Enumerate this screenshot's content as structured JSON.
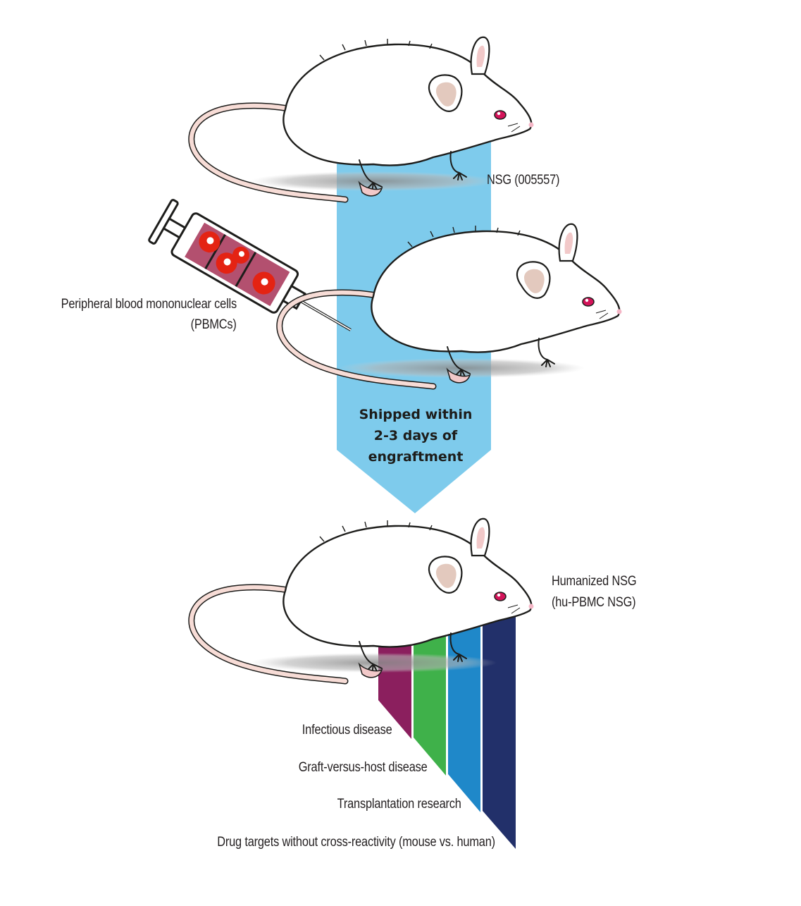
{
  "labels": {
    "nsg": "NSG (005557)",
    "pbmc_line1": "Peripheral blood mononuclear cells",
    "pbmc_line2": "(PBMCs)",
    "humanized_line1": "Humanized NSG",
    "humanized_line2": "(hu-PBMC NSG)"
  },
  "shipping": {
    "line1": "Shipped within",
    "line2": "2-3 days of",
    "line3": "engraftment"
  },
  "applications": [
    {
      "label": "Infectious disease",
      "color": "#8b1f5e"
    },
    {
      "label": "Graft-versus-host disease",
      "color": "#3fb14a"
    },
    {
      "label": "Transplantation research",
      "color": "#1f88c9"
    },
    {
      "label": "Drug targets without cross-reactivity (mouse vs. human)",
      "color": "#22306a"
    }
  ],
  "colors": {
    "arrow": "#7ecbec",
    "mouse_body": "#ffffff",
    "mouse_outline": "#1d1d1b",
    "ear_inner": "#e3c9be",
    "eye": "#d4145a",
    "tail": "#f7dcd6",
    "syringe_fill": "#b3506f",
    "cell": "#e42313"
  }
}
